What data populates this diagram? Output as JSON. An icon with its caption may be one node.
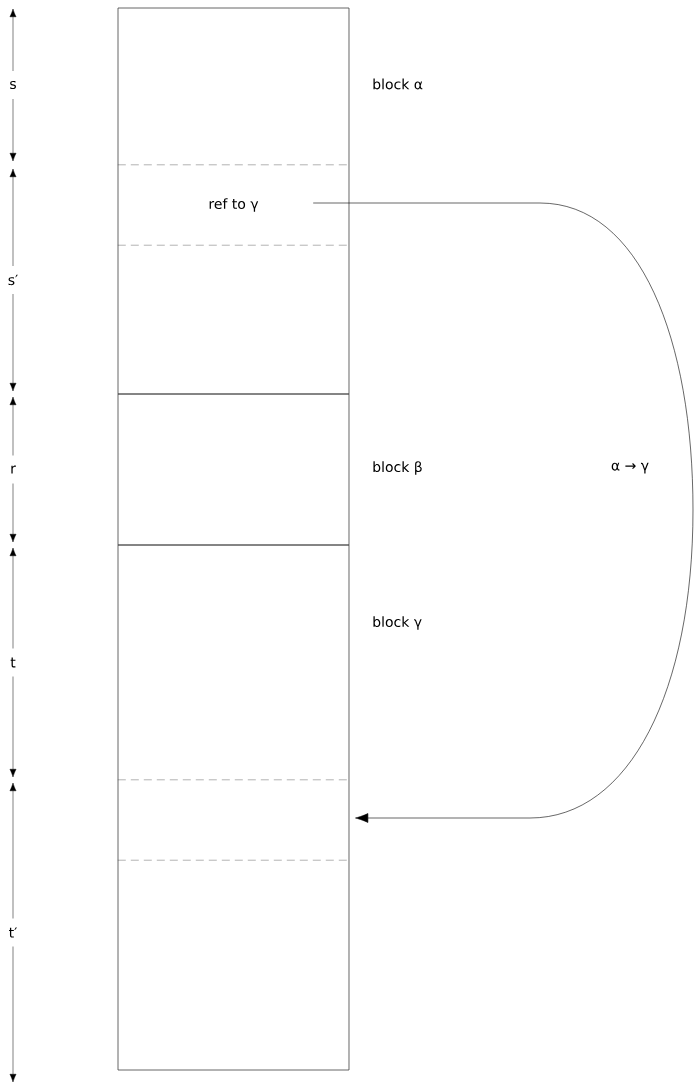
{
  "diagram": {
    "nodes": [
      {
        "text": [
          "block α"
        ]
      },
      {
        "text": [
          "ref to γ"
        ],
        "in": 0
      },
      {
        "text": [
          "block β"
        ]
      },
      {
        "text": [
          "block γ"
        ]
      },
      {
        "text": [],
        "shape": "box",
        "in": 3
      }
    ],
    "edges": [
      {
        "from": 1,
        "to": 4,
        "arrow": "to",
        "label": "α → γ"
      }
    ],
    "labels": [
      "s",
      "s′",
      "r",
      "t",
      "t′"
    ]
  }
}
